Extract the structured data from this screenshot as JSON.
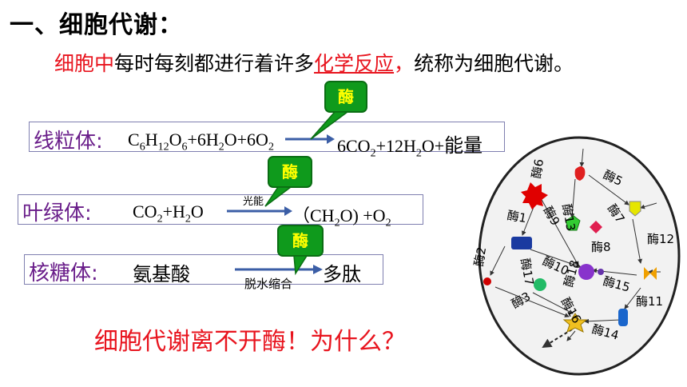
{
  "heading": "一、细胞代谢：",
  "intro": {
    "part1": "细胞中",
    "part2": "每时每刻都进行着许多",
    "part3": "化学反应",
    "part4": "，",
    "part5": "统称为细胞代谢。"
  },
  "equations": [
    {
      "organelle": "线粒体:",
      "left": "C6H12O6+6H2O+6O2",
      "right": "6CO2+12H2O+能量",
      "enzyme": "酶"
    },
    {
      "organelle": "叶绿体:",
      "left": "CO2+H2O",
      "condition": "光能",
      "right": "（CH2O) +O2",
      "enzyme": "酶"
    },
    {
      "organelle": "核糖体:",
      "left": "氨基酸",
      "condition": "脱水缩合",
      "right": "多肽",
      "enzyme": "酶"
    }
  ],
  "question": "细胞代谢离不开酶！为什么？",
  "cell_labels": [
    "酶6",
    "酶5",
    "酶13",
    "酶9",
    "酶7",
    "酶1",
    "酶2",
    "酶17",
    "酶10",
    "酶8",
    "酶12",
    "酶15",
    "酶18",
    "酶3",
    "酶16",
    "酶14",
    "酶11"
  ],
  "colors": {
    "red": "#e8141e",
    "purple": "#6a1e8a",
    "enzyme_green": "#0f9a1c",
    "enzyme_text": "#ffff00"
  }
}
